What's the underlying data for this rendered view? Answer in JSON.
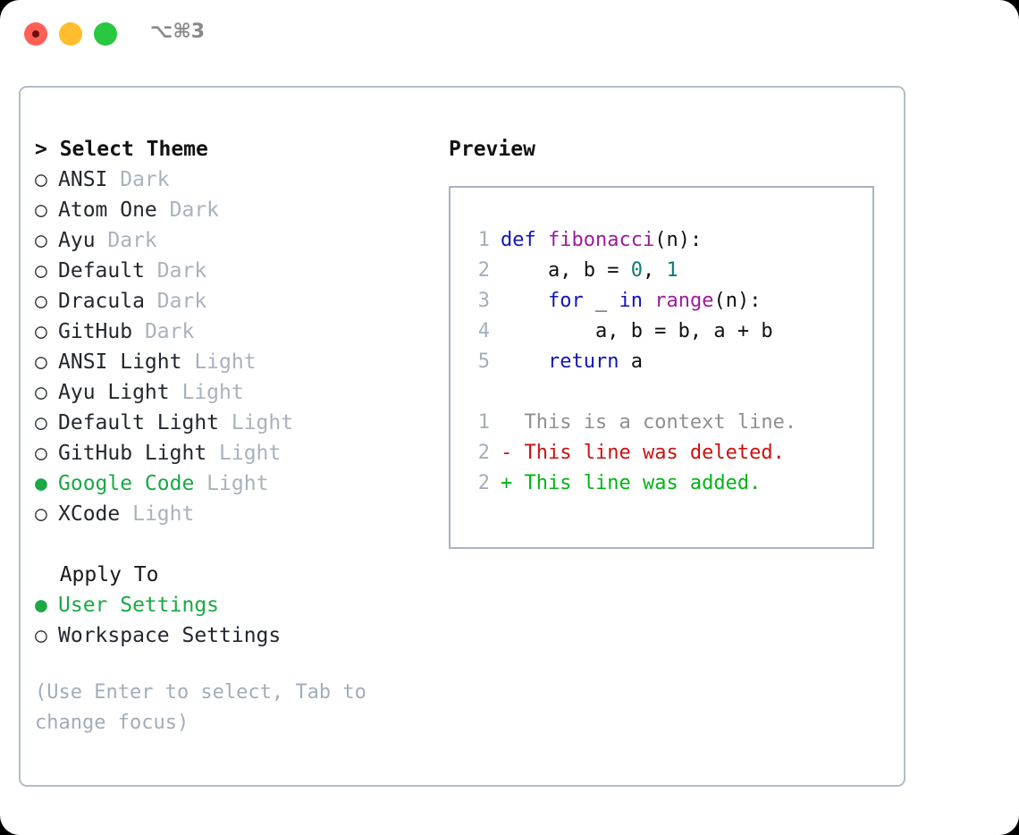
{
  "titlebar": {
    "shortcut": "⌥⌘3",
    "buttons": [
      {
        "name": "close",
        "color": "#ff5f56"
      },
      {
        "name": "minimize",
        "color": "#ffbd2e"
      },
      {
        "name": "maximize",
        "color": "#28c840"
      }
    ]
  },
  "theme_picker": {
    "header_marker": "> ",
    "header": "Select Theme",
    "options": [
      {
        "marker": "○ ",
        "label": "ANSI",
        "suffix": "Dark",
        "selected": false
      },
      {
        "marker": "○ ",
        "label": "Atom One",
        "suffix": "Dark",
        "selected": false
      },
      {
        "marker": "○ ",
        "label": "Ayu",
        "suffix": "Dark",
        "selected": false
      },
      {
        "marker": "○ ",
        "label": "Default",
        "suffix": "Dark",
        "selected": false
      },
      {
        "marker": "○ ",
        "label": "Dracula",
        "suffix": "Dark",
        "selected": false
      },
      {
        "marker": "○ ",
        "label": "GitHub",
        "suffix": "Dark",
        "selected": false
      },
      {
        "marker": "○ ",
        "label": "ANSI Light",
        "suffix": "Light",
        "selected": false
      },
      {
        "marker": "○ ",
        "label": "Ayu Light",
        "suffix": "Light",
        "selected": false
      },
      {
        "marker": "○ ",
        "label": "Default Light",
        "suffix": "Light",
        "selected": false
      },
      {
        "marker": "○ ",
        "label": "GitHub Light",
        "suffix": "Light",
        "selected": false
      },
      {
        "marker": "● ",
        "label": "Google Code",
        "suffix": "Light",
        "selected": true
      },
      {
        "marker": "○ ",
        "label": "XCode",
        "suffix": "Light",
        "selected": false
      }
    ]
  },
  "apply_to": {
    "header": "Apply To",
    "options": [
      {
        "marker": "● ",
        "label": "User Settings",
        "selected": true
      },
      {
        "marker": "○ ",
        "label": "Workspace Settings",
        "selected": false
      }
    ]
  },
  "hint": "(Use Enter to select, Tab to change focus)",
  "preview": {
    "title": "Preview",
    "code_lines": [
      {
        "n": "1",
        "tokens": [
          {
            "t": "def ",
            "c": "kw"
          },
          {
            "t": "fibonacci",
            "c": "fn"
          },
          {
            "t": "(n):",
            "c": "pl"
          }
        ]
      },
      {
        "n": "2",
        "tokens": [
          {
            "t": "    a, b = ",
            "c": "pl"
          },
          {
            "t": "0",
            "c": "num"
          },
          {
            "t": ", ",
            "c": "pl"
          },
          {
            "t": "1",
            "c": "num"
          }
        ]
      },
      {
        "n": "3",
        "tokens": [
          {
            "t": "    ",
            "c": "pl"
          },
          {
            "t": "for",
            "c": "kw"
          },
          {
            "t": " _ ",
            "c": "pl"
          },
          {
            "t": "in",
            "c": "kw"
          },
          {
            "t": " ",
            "c": "pl"
          },
          {
            "t": "range",
            "c": "fn"
          },
          {
            "t": "(n):",
            "c": "pl"
          }
        ]
      },
      {
        "n": "4",
        "tokens": [
          {
            "t": "        a, b = b, a + b",
            "c": "pl"
          }
        ]
      },
      {
        "n": "5",
        "tokens": [
          {
            "t": "    ",
            "c": "pl"
          },
          {
            "t": "return",
            "c": "kw"
          },
          {
            "t": " a",
            "c": "pl"
          }
        ]
      }
    ],
    "diff_lines": [
      {
        "n": "1",
        "sign": "  ",
        "text": "This is a context line.",
        "kind": "ctx"
      },
      {
        "n": "2",
        "sign": "- ",
        "text": "This line was deleted.",
        "kind": "del"
      },
      {
        "n": "2",
        "sign": "+ ",
        "text": "This line was added.",
        "kind": "add"
      }
    ]
  },
  "colors": {
    "accent_green": "#1aa944",
    "muted": "#a9b2bd",
    "border": "#b4bcc8",
    "code_keyword": "#1414b4",
    "code_function": "#9b1c9b",
    "code_number": "#0b7a7a",
    "diff_deleted": "#cc1111",
    "diff_added": "#00b515",
    "diff_context": "#8f8f8f"
  }
}
